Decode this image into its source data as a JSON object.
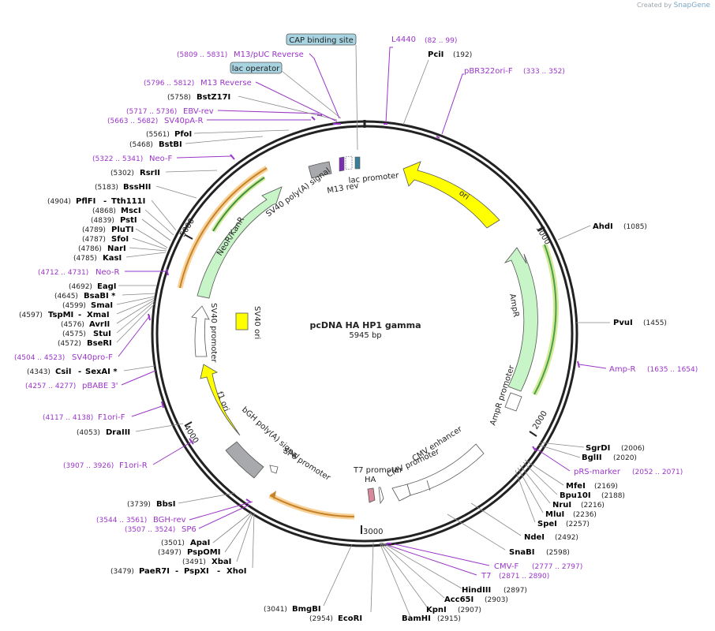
{
  "header": {
    "created_by": "Created by",
    "brand": "SnapGene"
  },
  "plasmid": {
    "name": "pcDNA HA HP1 gamma",
    "size_label": "5945 bp",
    "length": 5945
  },
  "colors": {
    "enzyme": "#000000",
    "primer": "#9a36c8",
    "site_box": "#a8d4e2",
    "ori": "#ffff00",
    "resistance": "#c7f5c7",
    "promoter": "#ffffff",
    "misc": "#a7a9ac"
  },
  "ticks": [
    "1000",
    "2000",
    "3000",
    "4000",
    "5000"
  ],
  "features": [
    {
      "label": "ori"
    },
    {
      "label": "AmpR"
    },
    {
      "label": "AmpR promoter"
    },
    {
      "label": "CMV enhancer"
    },
    {
      "label": "CMV promoter"
    },
    {
      "label": "T7 promoter"
    },
    {
      "label": "HA"
    },
    {
      "label": "bGH poly(A) signal"
    },
    {
      "label": "SP6 promoter"
    },
    {
      "label": "f1 ori"
    },
    {
      "label": "SV40 promoter"
    },
    {
      "label": "SV40 ori"
    },
    {
      "label": "NeoR/KanR"
    },
    {
      "label": "SV40 poly(A) signal"
    },
    {
      "label": "M13 rev"
    },
    {
      "label": "lac promoter"
    },
    {
      "label": "CAP binding site"
    },
    {
      "label": "lac operator"
    }
  ],
  "enzymes": [
    {
      "name": "PciI",
      "pos": "(192)"
    },
    {
      "name": "AhdI",
      "pos": "(1085)"
    },
    {
      "name": "PvuI",
      "pos": "(1455)"
    },
    {
      "name": "SgrDI",
      "pos": "(2006)"
    },
    {
      "name": "BglII",
      "pos": "(2020)"
    },
    {
      "name": "MfeI",
      "pos": "(2169)"
    },
    {
      "name": "Bpu10I",
      "pos": "(2188)"
    },
    {
      "name": "NruI",
      "pos": "(2216)"
    },
    {
      "name": "MluI",
      "pos": "(2236)"
    },
    {
      "name": "SpeI",
      "pos": "(2257)"
    },
    {
      "name": "NdeI",
      "pos": "(2492)"
    },
    {
      "name": "SnaBI",
      "pos": "(2598)"
    },
    {
      "name": "HindIII",
      "pos": "(2897)"
    },
    {
      "name": "Acc65I",
      "pos": "(2903)"
    },
    {
      "name": "KpnI",
      "pos": "(2907)"
    },
    {
      "name": "BamHI",
      "pos": "(2915)"
    },
    {
      "name": "EcoRI",
      "pos": "(2954)"
    },
    {
      "name": "BmgBI",
      "pos": "(3041)"
    },
    {
      "name": "PaeR7I",
      "pos": "(3479)"
    },
    {
      "name": "PspXI",
      "pos": ""
    },
    {
      "name": "XhoI",
      "pos": ""
    },
    {
      "name": "XbaI",
      "pos": "(3491)"
    },
    {
      "name": "PspOMI",
      "pos": "(3497)"
    },
    {
      "name": "ApaI",
      "pos": "(3501)"
    },
    {
      "name": "BbsI",
      "pos": "(3739)"
    },
    {
      "name": "DraIII",
      "pos": "(4053)"
    },
    {
      "name": "CsiI",
      "pos": "(4343)"
    },
    {
      "name": "SexAI *",
      "pos": ""
    },
    {
      "name": "BseRI",
      "pos": "(4572)"
    },
    {
      "name": "StuI",
      "pos": "(4575)"
    },
    {
      "name": "AvrII",
      "pos": "(4576)"
    },
    {
      "name": "TspMI",
      "pos": "(4597)"
    },
    {
      "name": "XmaI",
      "pos": ""
    },
    {
      "name": "SmaI",
      "pos": "(4599)"
    },
    {
      "name": "BsaBI *",
      "pos": "(4645)"
    },
    {
      "name": "EagI",
      "pos": "(4692)"
    },
    {
      "name": "KasI",
      "pos": "(4785)"
    },
    {
      "name": "NarI",
      "pos": "(4786)"
    },
    {
      "name": "SfoI",
      "pos": "(4787)"
    },
    {
      "name": "PluTI",
      "pos": "(4789)"
    },
    {
      "name": "PstI",
      "pos": "(4839)"
    },
    {
      "name": "MscI",
      "pos": "(4868)"
    },
    {
      "name": "PflFI",
      "pos": "(4904)"
    },
    {
      "name": "Tth111I",
      "pos": ""
    },
    {
      "name": "BssHII",
      "pos": "(5183)"
    },
    {
      "name": "RsrII",
      "pos": "(5302)"
    },
    {
      "name": "BstBI",
      "pos": "(5468)"
    },
    {
      "name": "PfoI",
      "pos": "(5561)"
    },
    {
      "name": "BstZ17I",
      "pos": "(5758)"
    }
  ],
  "primers": [
    {
      "name": "L4440",
      "pos": "(82 .. 99)"
    },
    {
      "name": "pBR322ori-F",
      "pos": "(333 .. 352)"
    },
    {
      "name": "Amp-R",
      "pos": "(1635 .. 1654)"
    },
    {
      "name": "pRS-marker",
      "pos": "(2052 .. 2071)"
    },
    {
      "name": "CMV-F",
      "pos": "(2777 .. 2797)"
    },
    {
      "name": "T7",
      "pos": "(2871 .. 2890)"
    },
    {
      "name": "SP6",
      "pos": "(3507 .. 3524)"
    },
    {
      "name": "BGH-rev",
      "pos": "(3544 .. 3561)"
    },
    {
      "name": "F1ori-R",
      "pos": "(3907 .. 3926)"
    },
    {
      "name": "F1ori-F",
      "pos": "(4117 .. 4138)"
    },
    {
      "name": "pBABE 3'",
      "pos": "(4257 .. 4277)"
    },
    {
      "name": "SV40pro-F",
      "pos": "(4504 .. 4523)"
    },
    {
      "name": "Neo-R",
      "pos": "(4712 .. 4731)"
    },
    {
      "name": "Neo-F",
      "pos": "(5322 .. 5341)"
    },
    {
      "name": "SV40pA-R",
      "pos": "(5663 .. 5682)"
    },
    {
      "name": "EBV-rev",
      "pos": "(5717 .. 5736)"
    },
    {
      "name": "M13 Reverse",
      "pos": "(5796 .. 5812)"
    },
    {
      "name": "M13/pUC Reverse",
      "pos": "(5809 .. 5831)"
    }
  ]
}
